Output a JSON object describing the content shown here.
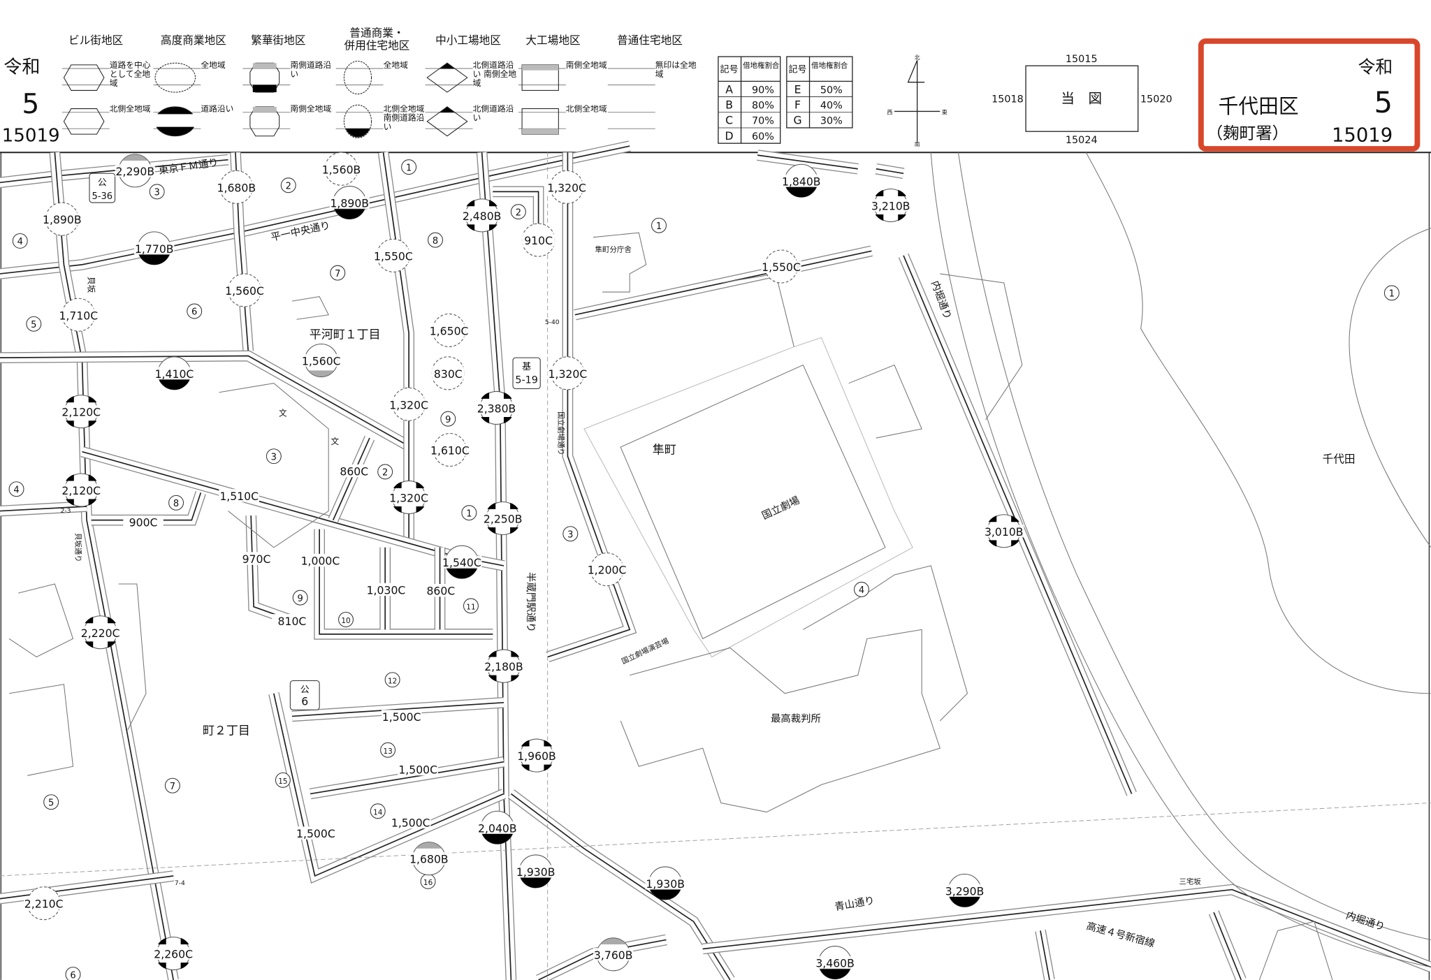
{
  "header": {
    "era": "令和",
    "year": "5",
    "map_no": "15019",
    "legend": [
      {
        "name": "ビル街地区",
        "desc": [
          "道路を中心として全地域",
          "北側全地域"
        ]
      },
      {
        "name": "高度商業地区",
        "desc": [
          "全地域",
          "道路沿い"
        ]
      },
      {
        "name": "繁華街地区",
        "desc": [
          "南側道路沿い",
          "南側全地域"
        ]
      },
      {
        "name": "普通商業・",
        "name2": "併用住宅地区",
        "desc": [
          "全地域",
          "北側全地域 南側道路沿い"
        ]
      },
      {
        "name": "中小工場地区",
        "desc": [
          "北側道路沿い 南側全地域",
          "北側道路沿い"
        ]
      },
      {
        "name": "大工場地区",
        "desc": [
          "南側全地域",
          "北側全地域"
        ]
      },
      {
        "name": "普通住宅地区",
        "desc": [
          "無印は全地域",
          ""
        ]
      }
    ],
    "ratio_table": {
      "col_symbol": "記号",
      "col_ratio": "借地権割合",
      "left": [
        [
          "A",
          "90%"
        ],
        [
          "B",
          "80%"
        ],
        [
          "C",
          "70%"
        ],
        [
          "D",
          "60%"
        ]
      ],
      "right": [
        [
          "E",
          "50%"
        ],
        [
          "F",
          "40%"
        ],
        [
          "G",
          "30%"
        ]
      ]
    },
    "compass": {
      "north": "北",
      "south": "南",
      "east": "東",
      "west": "西"
    },
    "key_map": {
      "center": "当　図",
      "north": "15015",
      "south": "15024",
      "west": "15018",
      "east": "15020"
    },
    "title_box": {
      "era": "令和",
      "year": "5",
      "ward": "千代田区",
      "office": "（麹町署）",
      "map_no": "15019",
      "highlight_color": "#d9472b"
    }
  },
  "map": {
    "prices": [
      "2,290B",
      "1,680B",
      "1,560B",
      "1,890B",
      "1,890B",
      "1,770B",
      "1,560C",
      "1,550C",
      "2,480B",
      "910C",
      "1,320C",
      "1,710C",
      "1,650C",
      "1,560C",
      "1,410C",
      "830C",
      "1,320C",
      "2,120C",
      "1,320C",
      "2,380B",
      "1,610C",
      "860C",
      "2,120C",
      "1,510C",
      "1,320C",
      "2,250B",
      "900C",
      "970C",
      "1,000C",
      "1,540C",
      "1,030C",
      "860C",
      "1,200C",
      "810C",
      "2,220C",
      "2,180B",
      "1,500C",
      "1,500C",
      "1,960B",
      "1,500C",
      "1,500C",
      "2,040B",
      "1,680B",
      "1,930B",
      "1,930B",
      "2,210C",
      "2,260C",
      "3,760B",
      "1,840B",
      "3,210B",
      "1,550C",
      "3,010B",
      "3,290B",
      "3,460B"
    ],
    "lots": [
      "1",
      "2",
      "3",
      "4",
      "2",
      "1",
      "8",
      "7",
      "6",
      "5",
      "9",
      "3",
      "2",
      "4",
      "8",
      "1",
      "3",
      "9",
      "10",
      "11",
      "12",
      "13",
      "15",
      "7",
      "5",
      "14",
      "16",
      "6",
      "4",
      "1"
    ],
    "places": [
      "平河町１丁目",
      "町２丁目",
      "隼町",
      "国立劇場",
      "最高裁判所",
      "千代田",
      "隼町分庁舎",
      "国立劇場演芸場",
      "三宅坂"
    ],
    "road_names": [
      "東京ＦＭ通り",
      "平一中央通り",
      "内堀通り",
      "半蔵門駅通り",
      "青山通り",
      "高速４号新宿線",
      "内堀通り",
      "国立劇場通り",
      "貝坂",
      "貝坂通り"
    ],
    "markers": [
      "公",
      "5-36",
      "基",
      "5-19",
      "公",
      "6",
      "5-40",
      "2-3",
      "7-4",
      "文",
      "文"
    ]
  }
}
